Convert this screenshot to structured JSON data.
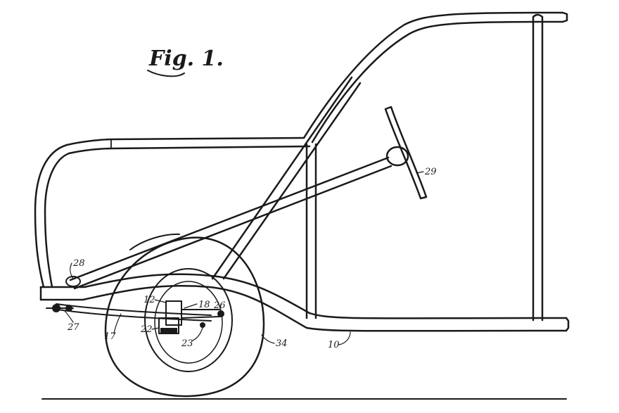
{
  "figure": {
    "title": "Fig. 1.",
    "labels": {
      "frame": "10",
      "axle": "12",
      "spring_left": "17",
      "bracket": "18",
      "clip": "22",
      "link": "23",
      "shackle": "26",
      "front_end": "27",
      "steering_end": "28",
      "steering_wheel": "29",
      "tire": "34"
    }
  }
}
